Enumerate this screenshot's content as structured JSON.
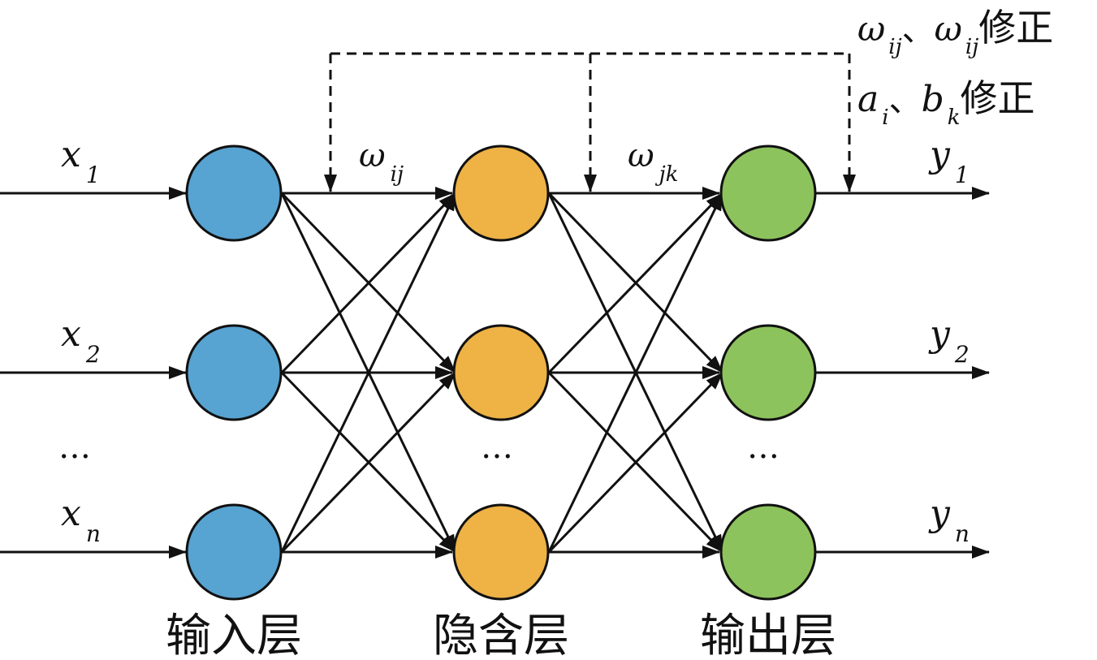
{
  "colors": {
    "input_node": "#57A3D2",
    "hidden_node": "#EEB245",
    "output_node": "#8DC35D",
    "line": "#111111"
  },
  "inputs": [
    {
      "sym": "x",
      "sub": "1"
    },
    {
      "sym": "x",
      "sub": "2"
    },
    {
      "sym": "x",
      "sub": "n"
    }
  ],
  "outputs": [
    {
      "sym": "y",
      "sub": "1"
    },
    {
      "sym": "y",
      "sub": "2"
    },
    {
      "sym": "y",
      "sub": "n"
    }
  ],
  "weights": {
    "input_hidden": {
      "sym": "ω",
      "sub": "ij"
    },
    "hidden_output": {
      "sym": "ω",
      "sub": "jk"
    }
  },
  "ellipsis": "…",
  "layers": {
    "input": "输入层",
    "hidden": "隐含层",
    "output": "输出层"
  },
  "feedback": {
    "line1": {
      "w1": "ω",
      "w1_sub": "ij",
      "sep": "、",
      "w2": "ω",
      "w2_sub": "ij",
      "suffix": "修正"
    },
    "line2": {
      "a": "a",
      "a_sub": "i",
      "sep": "、",
      "b": "b",
      "b_sub": "k",
      "suffix": "修正"
    }
  }
}
